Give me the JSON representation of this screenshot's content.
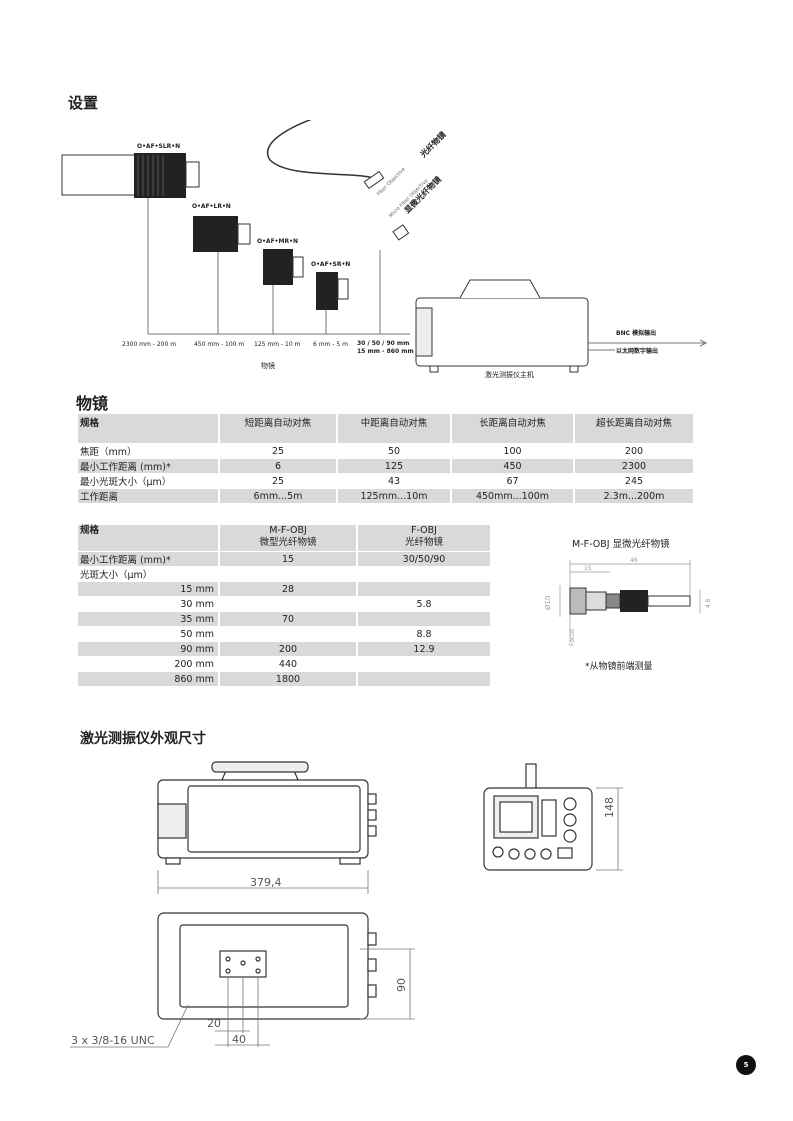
{
  "setup": {
    "title": "设置",
    "models": [
      "O•AF•SLR•N",
      "O•AF•LR•N",
      "O•AF•MR•N",
      "O•AF•SR•N"
    ],
    "ranges": [
      "2300 mm - 200 m",
      "450 mm - 100 m",
      "125 mm - 10 m",
      "6 mm - 5 m",
      "30 / 50 / 90 mm",
      "15 mm - 860 mm"
    ],
    "fiber_label": "光纤物镜",
    "fiber_label_en": "Fiber Objective",
    "micro_label": "显微光纤物镜",
    "micro_label_en": "Micro Fiber Objective",
    "objective_label": "物镜",
    "host_label": "激光测振仪主机",
    "bnc_label": "BNC 模拟输出",
    "ethernet_label": "以太网数字输出"
  },
  "objectives": {
    "title": "物镜",
    "headers": [
      "规格",
      "短距离自动对焦",
      "中距离自动对焦",
      "长距离自动对焦",
      "超长距离自动对焦"
    ],
    "rows": [
      [
        "焦距（mm）",
        "25",
        "50",
        "100",
        "200"
      ],
      [
        "最小工作距离 (mm)*",
        "6",
        "125",
        "450",
        "2300"
      ],
      [
        "最小光斑大小（µm）",
        "25",
        "43",
        "67",
        "245"
      ],
      [
        "工作距离",
        "6mm...5m",
        "125mm...10m",
        "450mm...100m",
        "2.3m...200m"
      ]
    ]
  },
  "fiber_table": {
    "headers": [
      "规格",
      "M-F-OBJ\n微型光纤物镜",
      "F-OBJ\n光纤物镜"
    ],
    "h1a": "M-F-OBJ",
    "h1b": "微型光纤物镜",
    "h2a": "F-OBJ",
    "h2b": "光纤物镜",
    "rows": [
      [
        "最小工作距离 (mm)*",
        "15",
        "30/50/90"
      ],
      [
        "光斑大小（µm）",
        "",
        ""
      ],
      [
        "15 mm",
        "28",
        ""
      ],
      [
        "30 mm",
        "",
        "5.8"
      ],
      [
        "35 mm",
        "70",
        ""
      ],
      [
        "50 mm",
        "",
        "8.8"
      ],
      [
        "90 mm",
        "200",
        "12.9"
      ],
      [
        "200 mm",
        "440",
        ""
      ],
      [
        "860 mm",
        "1800",
        ""
      ]
    ]
  },
  "mfobj_figure": {
    "title": "M-F-OBJ 显微光纤物镜",
    "dims": [
      "46",
      "15",
      "Ø10",
      "4.6",
      "Focus"
    ],
    "note": "*从物镜前端测量"
  },
  "dimensions": {
    "title": "激光测振仪外观尺寸",
    "width": "379,4",
    "height": "148",
    "d90": "90",
    "d20": "20",
    "d40": "40",
    "thread": "3 x 3/8-16 UNC"
  },
  "page_number": "5"
}
